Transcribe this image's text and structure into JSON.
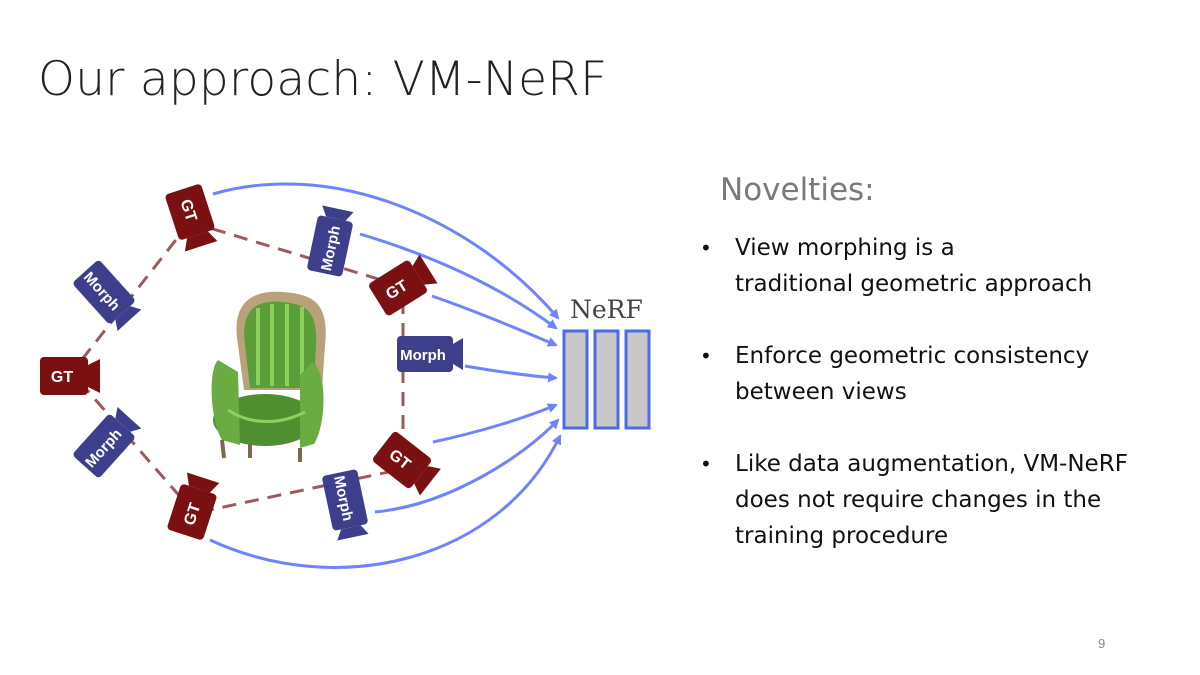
{
  "slide": {
    "title": "Our approach: VM-NeRF",
    "page_number": "9"
  },
  "diagram": {
    "target_label": "NeRF",
    "gt_label": "GT",
    "morph_label": "Morph",
    "colors": {
      "gt_camera": "#7a1012",
      "morph_camera": "#3d3f8c",
      "arrow": "#6f83ff",
      "dashed_link": "#9c5a5c",
      "nerf_block_border": "#4b6be8",
      "nerf_block_fill": "#c8c8c8"
    },
    "center_image": "green-armchair-icon"
  },
  "novelties": {
    "heading": "Novelties:",
    "bullet_symbol": "•",
    "items": [
      {
        "lines": [
          "View morphing is a",
          "traditional geometric approach"
        ]
      },
      {
        "lines": [
          "Enforce geometric consistency",
          "between views"
        ]
      },
      {
        "lines": [
          "Like data augmentation,  VM-NeRF",
          "does not require changes in the",
          "training procedure"
        ]
      }
    ]
  }
}
